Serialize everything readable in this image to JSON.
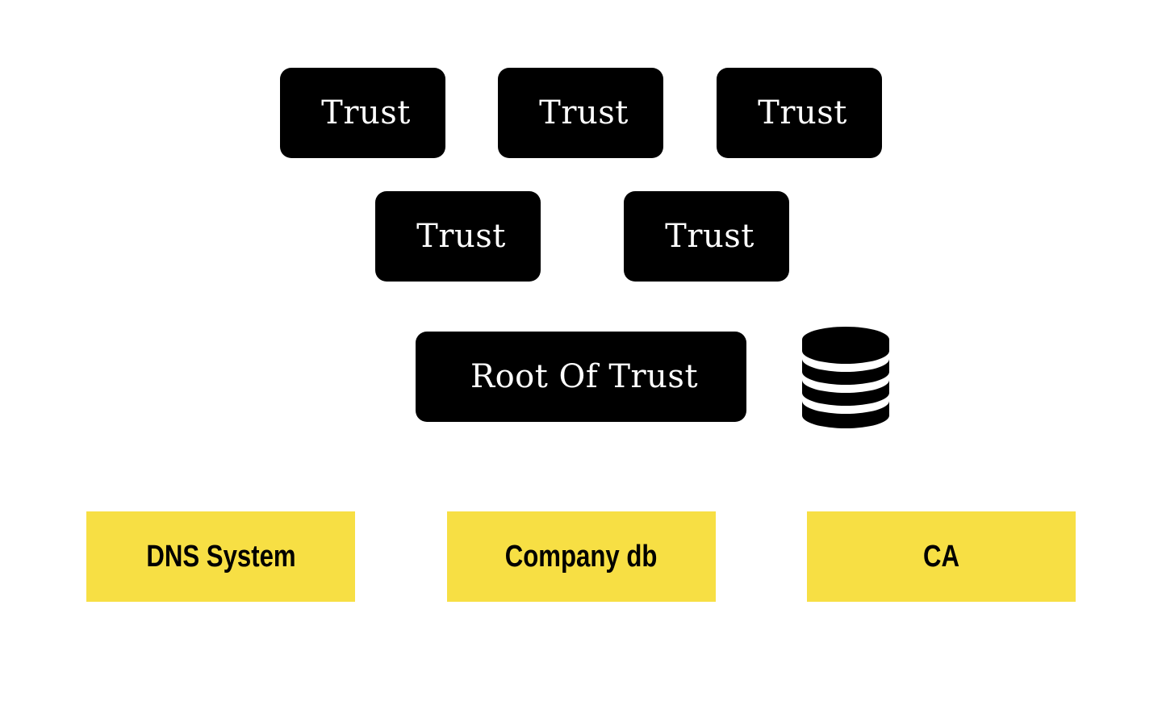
{
  "diagram": {
    "trust_nodes": [
      {
        "label": "Trust"
      },
      {
        "label": "Trust"
      },
      {
        "label": "Trust"
      },
      {
        "label": "Trust"
      },
      {
        "label": "Trust"
      }
    ],
    "root": {
      "label": "Root Of Trust"
    },
    "database_icon": "database-icon",
    "sources": [
      {
        "label": "DNS System"
      },
      {
        "label": "Company db"
      },
      {
        "label": "CA"
      }
    ]
  },
  "colors": {
    "trust_box": "#000000",
    "trust_text": "#ffffff",
    "source_box": "#f7df44",
    "source_text": "#000000"
  }
}
